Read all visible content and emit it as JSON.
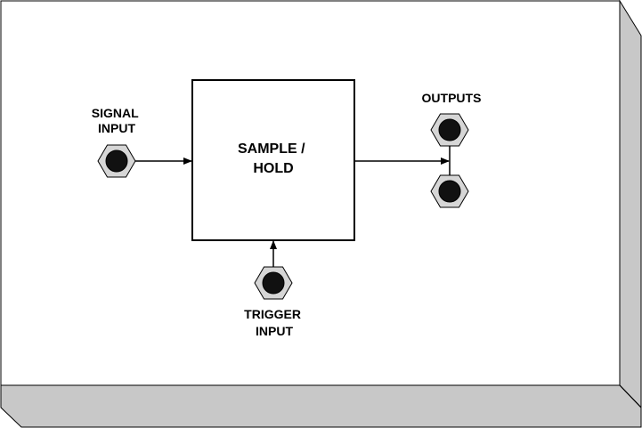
{
  "labels": {
    "signal_input": [
      "SIGNAL",
      "INPUT"
    ],
    "block": [
      "SAMPLE /",
      "HOLD"
    ],
    "outputs": "OUTPUTS",
    "trigger_input": [
      "TRIGGER",
      "INPUT"
    ]
  },
  "colors": {
    "panel_face": "#ffffff",
    "panel_side": "#c8c8c8",
    "stroke": "#000000",
    "jack_ring": "#d6d6d6",
    "jack_hole": "#111111"
  },
  "icons": {
    "jack": "hex-nut-jack-icon",
    "arrow": "arrowhead"
  }
}
